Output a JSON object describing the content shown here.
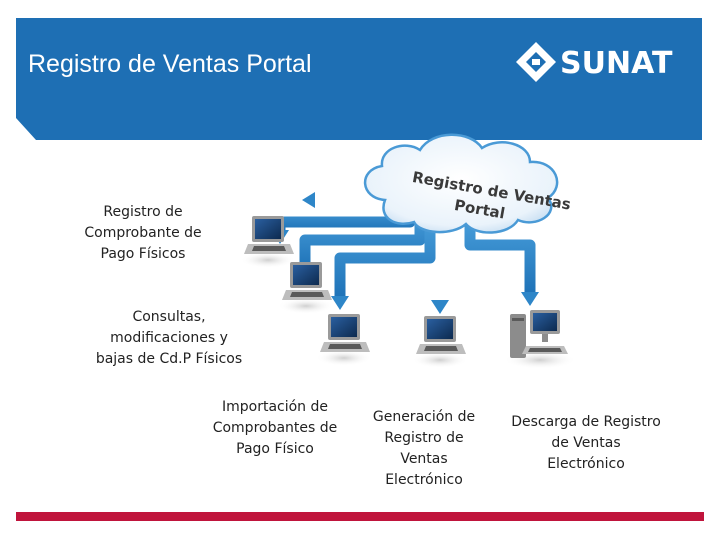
{
  "header": {
    "title": "Registro de Ventas Portal",
    "logo_text": "SUNAT",
    "bg_color": "#1e6fb4"
  },
  "cloud": {
    "line1": "Registro de Ventas",
    "line2": "Portal"
  },
  "labels": {
    "registro_fisicos": [
      "Registro de",
      "Comprobante de",
      "Pago Físicos"
    ],
    "consultas": [
      "Consultas,",
      "modificaciones y",
      "bajas de Cd.P Físicos"
    ],
    "importacion": [
      "Importación de",
      "Comprobantes de",
      "Pago Físico"
    ],
    "generacion": [
      "Generación de",
      "Registro de",
      "Ventas",
      "Electrónico"
    ],
    "descarga": [
      "Descarga de Registro",
      "de Ventas",
      "Electrónico"
    ]
  },
  "colors": {
    "arrow": "#2e86c8",
    "cloud_edge": "#4a9ad6",
    "accent_bar": "#c0143c"
  },
  "icons": [
    "laptop-icon",
    "desktop-computer-icon",
    "cloud-icon",
    "sunat-logo-icon"
  ]
}
